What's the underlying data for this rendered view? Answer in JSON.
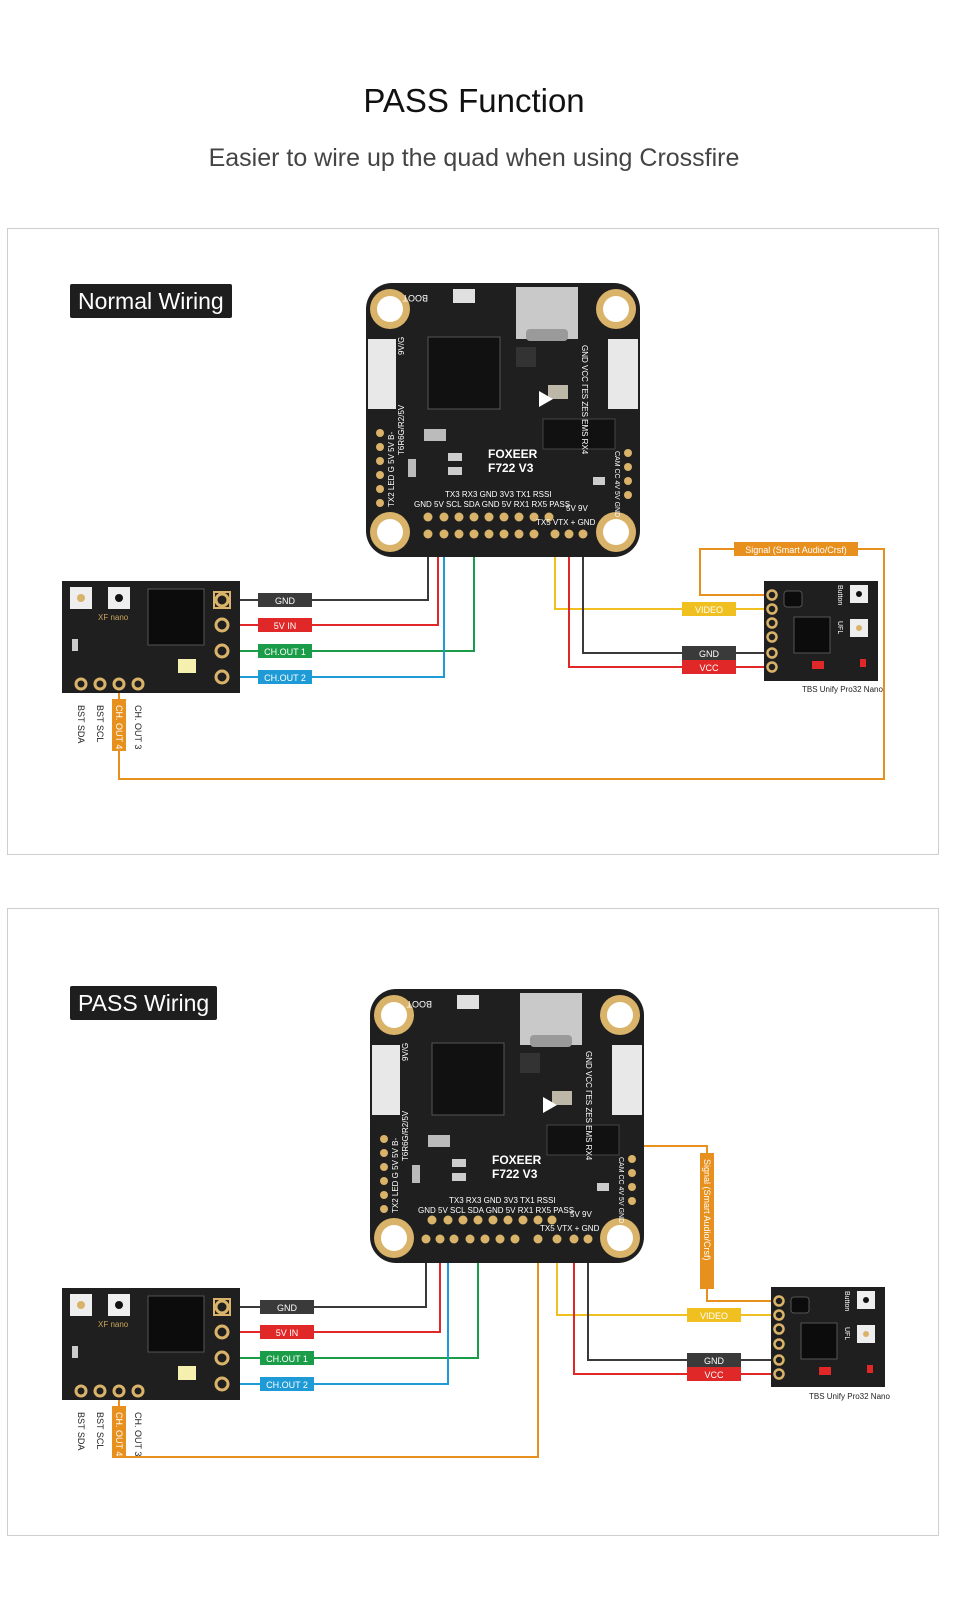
{
  "header": {
    "title": "PASS Function",
    "subtitle": "Easier to wire up the quad when using Crossfire"
  },
  "colors": {
    "black_wire": "#3a3a3a",
    "red_wire": "#e02828",
    "green_wire": "#1a9c48",
    "blue_wire": "#1e9bd6",
    "yellow_wire": "#f0c020",
    "orange_wire": "#e8901e",
    "board": "#1f1f1f",
    "gold_pad": "#d9b36a"
  },
  "panels": [
    {
      "id": "normal",
      "badge": "Normal Wiring",
      "fc": {
        "boot": "BOOT",
        "brand": "FOXEER",
        "model": "F722 V3",
        "left_pins": "TX2 LED G 5V 5V B-",
        "left_pins_top": "T6R6G/R2/5V",
        "left_top": "9V/G",
        "right_pins": "GND VCC ГЕS ZЕS ЕМS RX4",
        "right_bottom": "CAM CC 4V 5V GND",
        "row1": "TX3 RX3 GND 3V3 TX1 RSSI",
        "row2": "GND 5V SCL SDA GND 5V RX1 RX5 PASS",
        "row2b": "5V 9V",
        "row3": "TX5 VTX + GND"
      },
      "rx": {
        "name": "XF nano",
        "pins": [
          "BST SDA",
          "BST SCL",
          "CH. OUT 4",
          "CH. OUT 3"
        ],
        "wires": [
          "GND",
          "5V IN",
          "CH.OUT 1",
          "CH.OUT 2"
        ]
      },
      "vtx": {
        "name": "TBS Unify Pro32 Nano",
        "button": "Button",
        "ufl": "UFL",
        "signal": "Signal (Smart Audio/Crsf)",
        "video": "VIDEO",
        "gnd": "GND",
        "vcc": "VCC"
      }
    },
    {
      "id": "pass",
      "badge": "PASS Wiring",
      "fc": {
        "boot": "BOOT",
        "brand": "FOXEER",
        "model": "F722 V3",
        "left_pins": "TX2 LED G 5V 5V B-",
        "left_pins_top": "T6R6G/R2/5V",
        "left_top": "9V/G",
        "right_pins": "GND VCC ГЕS ZЕS ЕМS RX4",
        "right_bottom": "CAM CC 4V 5V GND",
        "row1": "TX3 RX3 GND 3V3 TX1 RSSI",
        "row2": "GND 5V SCL SDA GND 5V RX1 RX5 PASS",
        "row2b": "5V 9V",
        "row3": "TX5 VTX + GND"
      },
      "rx": {
        "name": "XF nano",
        "pins": [
          "BST SDA",
          "BST SCL",
          "CH. OUT 4",
          "CH. OUT 3"
        ],
        "wires": [
          "GND",
          "5V IN",
          "CH.OUT 1",
          "CH.OUT 2"
        ]
      },
      "vtx": {
        "name": "TBS Unify Pro32 Nano",
        "button": "Button",
        "ufl": "UFL",
        "signal": "Signal (Smart Audio/Crsf)",
        "video": "VIDEO",
        "gnd": "GND",
        "vcc": "VCC"
      }
    }
  ]
}
